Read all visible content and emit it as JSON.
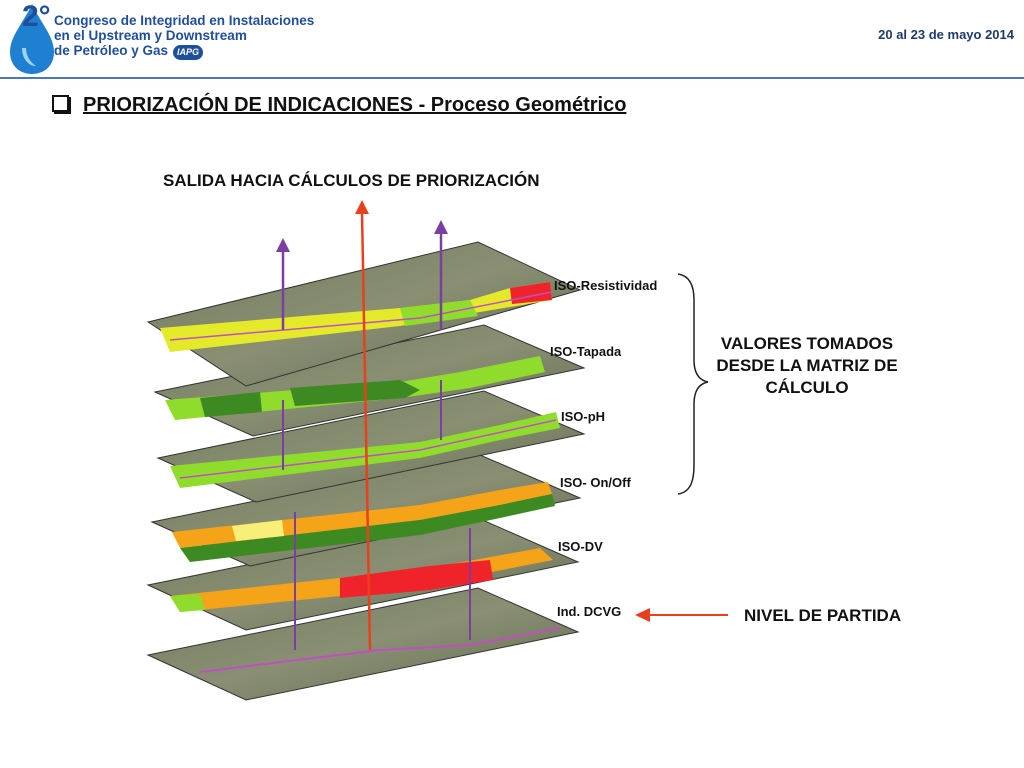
{
  "header": {
    "logo_number": "2°",
    "event_title_lines": [
      "Congreso de Integridad en Instalaciones",
      "en el Upstream y Downstream",
      "de Petróleo y Gas"
    ],
    "badge": "IAPG",
    "date": "20 al 23 de mayo 2014"
  },
  "slide": {
    "title": "PRIORIZACIÓN DE INDICACIONES - Proceso Geométrico"
  },
  "diagram": {
    "output_label": "SALIDA HACIA CÁLCULOS DE PRIORIZACIÓN",
    "layers": [
      {
        "name": "ISO-Resistividad"
      },
      {
        "name": "ISO-Tapada"
      },
      {
        "name": "ISO-pH"
      },
      {
        "name": "ISO- On/Off"
      },
      {
        "name": "ISO-DV"
      },
      {
        "name": "Ind. DCVG"
      }
    ],
    "values_label": "VALORES TOMADOS DESDE LA MATRIZ DE CÁLCULO",
    "start_label": "NIVEL DE PARTIDA"
  },
  "colors": {
    "accent_blue": "#1f4e9c",
    "arrow_red": "#e8401c",
    "arrow_purple": "#7a3fa0",
    "band_yellow": "#e4ea2a",
    "band_green": "#8fdc2c",
    "band_dark_green": "#3e8a22",
    "band_orange": "#f5a419",
    "band_red": "#f0232a"
  }
}
